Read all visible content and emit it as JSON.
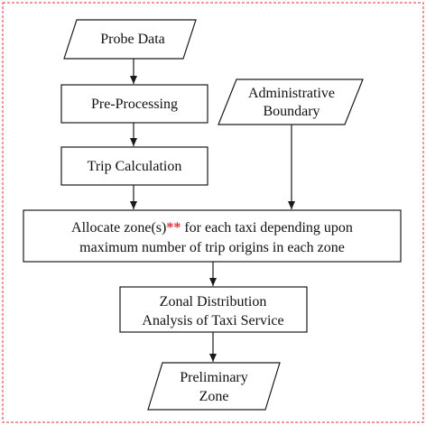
{
  "colors": {
    "frame_dash": "#e0303a",
    "line": "#1a1a1a",
    "text": "#111111",
    "highlight": "#e0303a"
  },
  "nodes": {
    "probe_data": {
      "label": "Probe Data"
    },
    "pre_processing": {
      "label": "Pre-Processing"
    },
    "trip_calculation": {
      "label": "Trip Calculation"
    },
    "administrative_boundary": {
      "line1": "Administrative",
      "line2": "Boundary"
    },
    "allocate_zones": {
      "line1_prefix": "Allocate zone(s)",
      "line1_marker": "**",
      "line1_suffix": " for each taxi depending upon",
      "line2": "maximum number of trip origins in each zone"
    },
    "zonal_distribution": {
      "line1": "Zonal Distribution",
      "line2": "Analysis of Taxi Service"
    },
    "preliminary_zone": {
      "line1": "Preliminary",
      "line2": "Zone"
    }
  }
}
